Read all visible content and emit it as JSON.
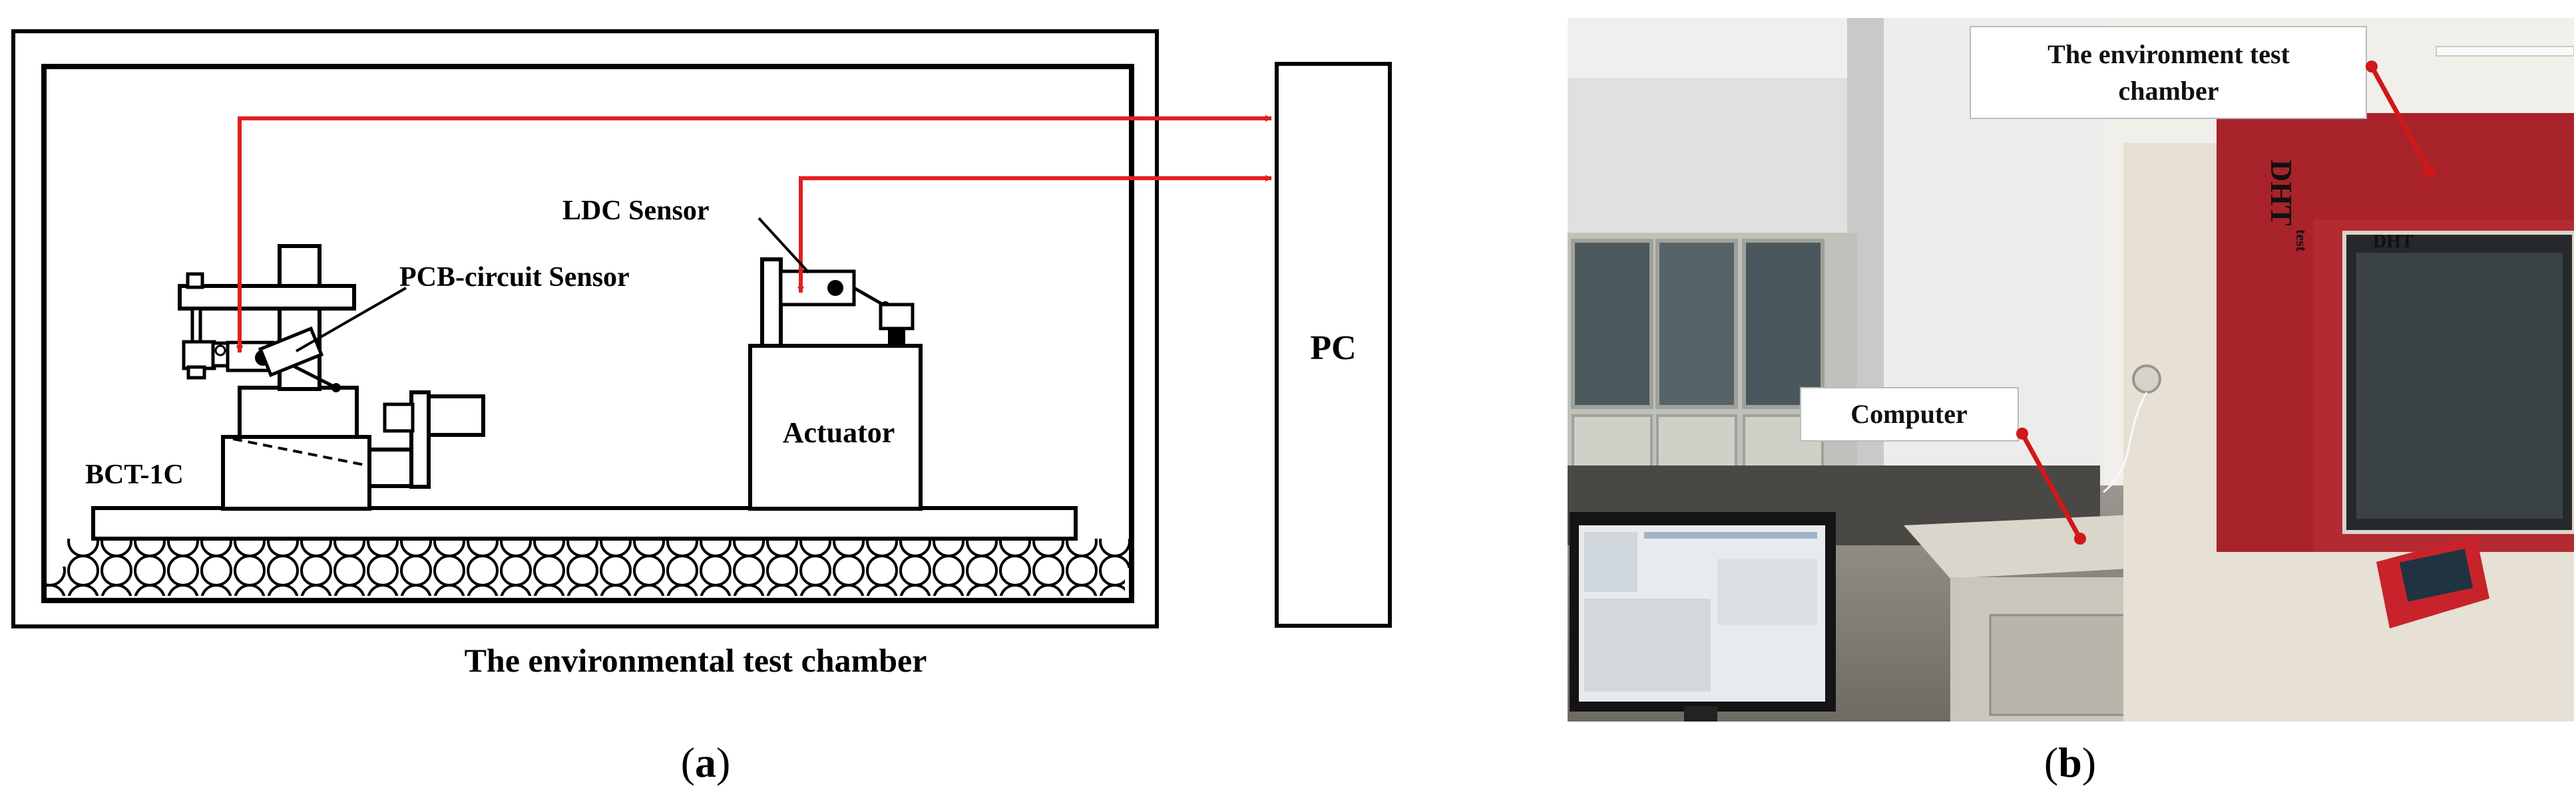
{
  "panel_a": {
    "labels": {
      "ldc_sensor": "LDC Sensor",
      "pcb_sensor": "PCB-circuit Sensor",
      "actuator": "Actuator",
      "bct": "BCT-1C",
      "pc": "PC",
      "chamber_caption": "The environmental test chamber"
    },
    "caption": {
      "open": "(",
      "letter": "a",
      "close": ")"
    },
    "colors": {
      "signal_line": "#e02020",
      "outline": "#000000"
    }
  },
  "panel_b": {
    "labels": {
      "chamber_line1": "The environment test",
      "chamber_line2": "chamber",
      "computer": "Computer",
      "brand": "DHT",
      "brand_small": "test"
    },
    "caption": {
      "open": "(",
      "letter": "b",
      "close": ")"
    },
    "colors": {
      "pointer": "#d01818",
      "chamber_door": "#a8232a",
      "wall": "#e9e6de"
    }
  }
}
